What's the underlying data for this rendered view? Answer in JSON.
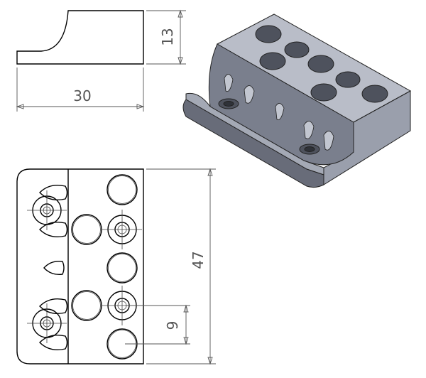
{
  "dimensions": {
    "top_width": "30",
    "top_height": "13",
    "front_height": "47",
    "hole_spacing": "9"
  },
  "colors": {
    "line": "#000000",
    "dimension": "#555555",
    "iso_top": "#b9bdc8",
    "iso_front": "#7a7f8d",
    "iso_side": "#9a9fac",
    "iso_base": "#686c79",
    "hole": "#4e525d"
  }
}
